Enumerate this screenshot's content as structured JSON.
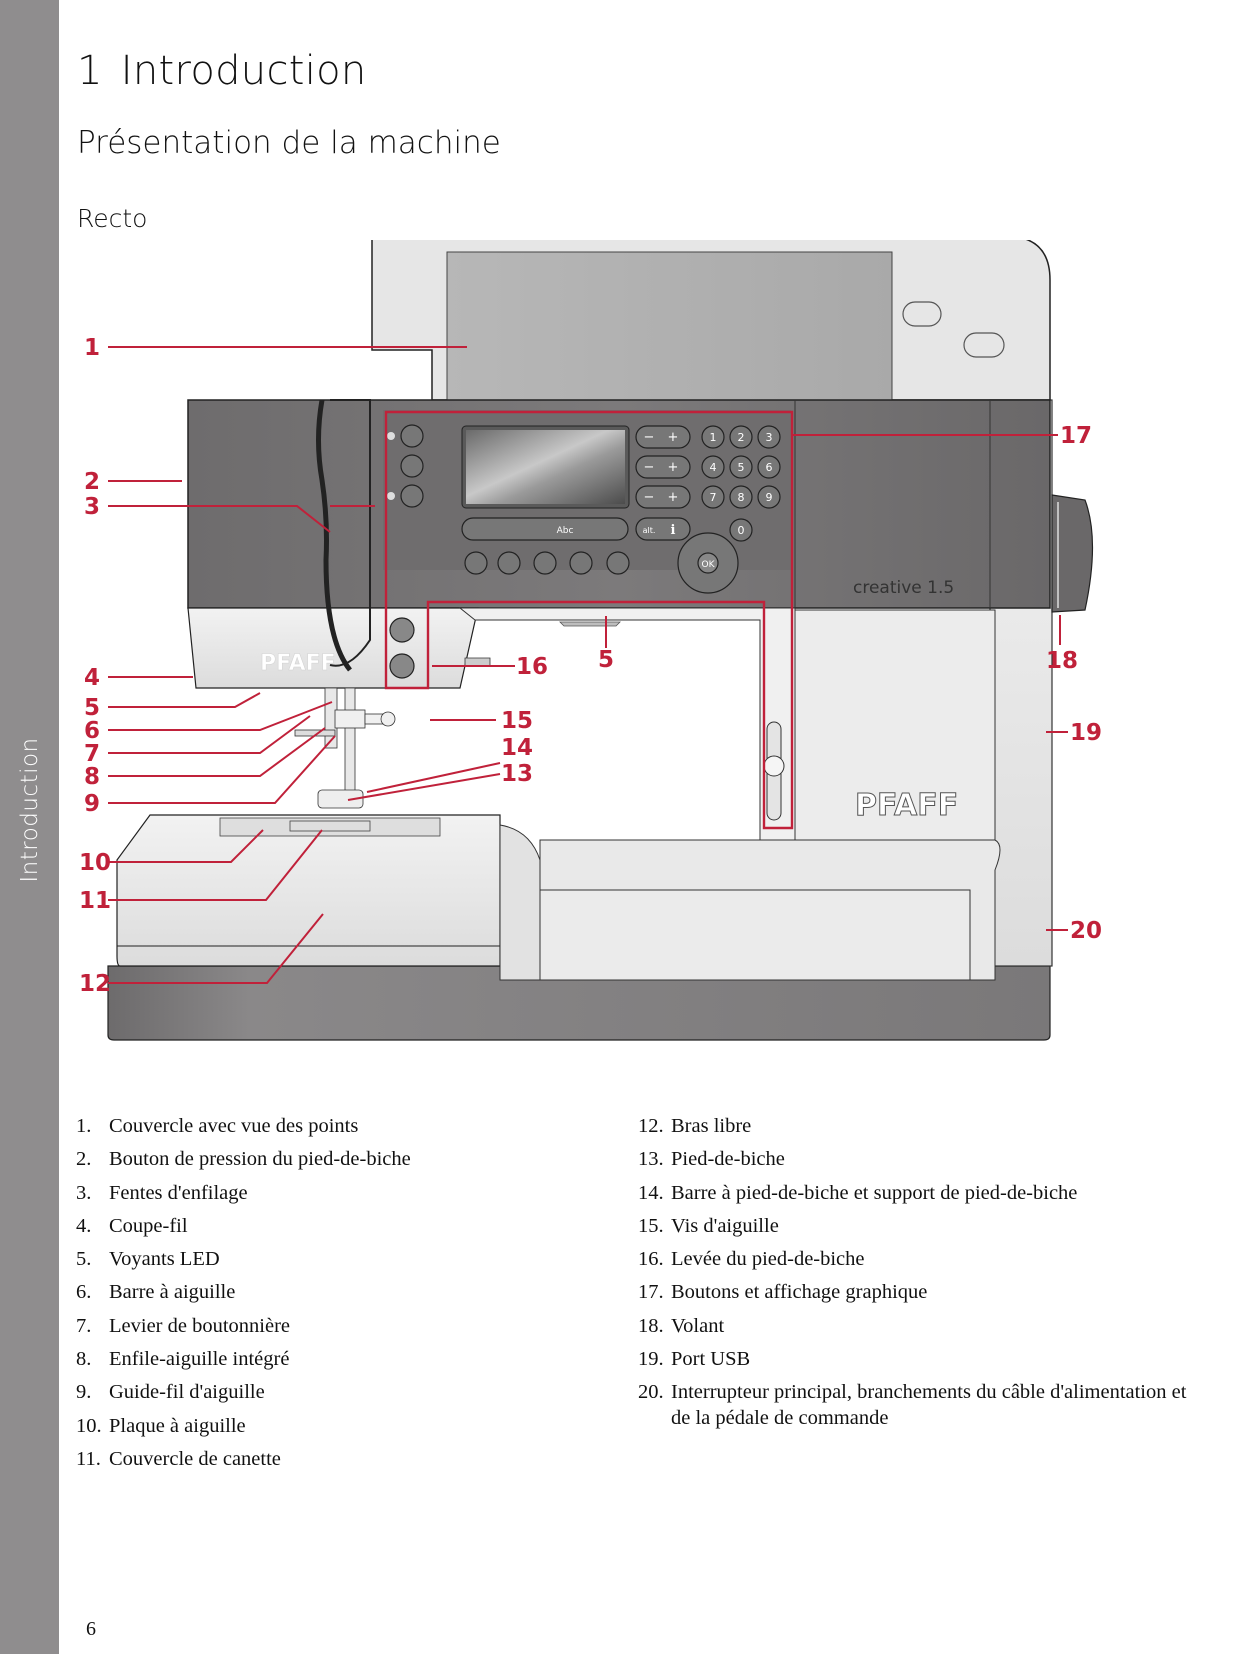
{
  "side_tab": {
    "label": "Introduction"
  },
  "header": {
    "chapter_number": "1",
    "chapter_title": "Introduction",
    "section_title": "Présentation de la machine",
    "subsection_title": "Recto"
  },
  "figure": {
    "machine_model_label": "creative 1.5",
    "brand_logo": "PFAFF",
    "accent_color": "#c0213a",
    "keypad": {
      "number_keys": [
        "1",
        "2",
        "3",
        "4",
        "5",
        "6",
        "7",
        "8",
        "9",
        "0"
      ],
      "minus_label": "−",
      "plus_label": "+",
      "abc_label": "Abc",
      "alt_label": "alt.",
      "info_label": "i",
      "ok_label": "OK"
    },
    "callouts": [
      "1",
      "2",
      "3",
      "4",
      "5",
      "6",
      "7",
      "8",
      "9",
      "10",
      "11",
      "12",
      "13",
      "14",
      "15",
      "16",
      "5",
      "17",
      "18",
      "19",
      "20"
    ]
  },
  "legend": {
    "left": [
      {
        "num": "1.",
        "text": "Couvercle avec vue des points"
      },
      {
        "num": "2.",
        "text": "Bouton de pression du pied-de-biche"
      },
      {
        "num": "3.",
        "text": "Fentes d'enfilage"
      },
      {
        "num": "4.",
        "text": "Coupe-fil"
      },
      {
        "num": "5.",
        "text": "Voyants LED"
      },
      {
        "num": "6.",
        "text": "Barre à aiguille"
      },
      {
        "num": "7.",
        "text": "Levier de boutonnière"
      },
      {
        "num": "8.",
        "text": "Enfile-aiguille intégré"
      },
      {
        "num": "9.",
        "text": "Guide-fil d'aiguille"
      },
      {
        "num": "10.",
        "text": "Plaque à aiguille"
      },
      {
        "num": "11.",
        "text": "Couvercle de canette"
      }
    ],
    "right": [
      {
        "num": "12.",
        "text": "Bras libre"
      },
      {
        "num": "13.",
        "text": "Pied-de-biche"
      },
      {
        "num": "14.",
        "text": "Barre à pied-de-biche et support de pied-de-biche"
      },
      {
        "num": "15.",
        "text": "Vis d'aiguille"
      },
      {
        "num": "16.",
        "text": "Levée du pied-de-biche"
      },
      {
        "num": "17.",
        "text": "Boutons et affichage graphique"
      },
      {
        "num": "18.",
        "text": "Volant"
      },
      {
        "num": "19.",
        "text": "Port USB"
      },
      {
        "num": "20.",
        "text": "Interrupteur principal, branchements du câble d'alimentation et de la pédale de commande"
      }
    ]
  },
  "footer": {
    "page_number": "6"
  }
}
